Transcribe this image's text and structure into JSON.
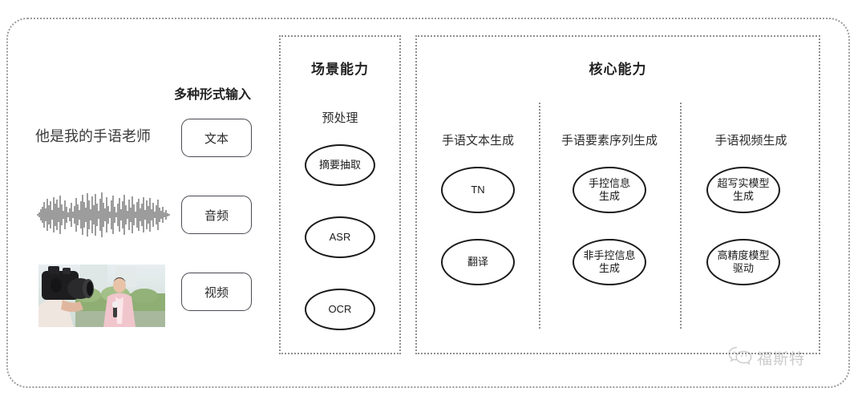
{
  "diagram": {
    "input_section": {
      "heading": "多种形式输入",
      "sample_text": "他是我的手语老师",
      "modality_buttons": [
        {
          "label": "文本",
          "icon": "text-icon"
        },
        {
          "label": "音频",
          "icon": "audio-waveform-icon"
        },
        {
          "label": "视频",
          "icon": "video-thumbnail-icon"
        }
      ]
    },
    "scene_panel": {
      "title": "场景能力",
      "group_label": "预处理",
      "nodes": [
        {
          "label": "摘要抽取"
        },
        {
          "label": "ASR"
        },
        {
          "label": "OCR"
        }
      ]
    },
    "core_panel": {
      "title": "核心能力",
      "columns": [
        {
          "label": "手语文本生成",
          "nodes": [
            {
              "label": "TN"
            },
            {
              "label": "翻译"
            }
          ]
        },
        {
          "label": "手语要素序列生成",
          "nodes": [
            {
              "label": "手控信息\n生成"
            },
            {
              "label": "非手控信息\n生成"
            }
          ]
        },
        {
          "label": "手语视频生成",
          "nodes": [
            {
              "label": "超写实模型\n生成"
            },
            {
              "label": "高精度模型\n驱动"
            }
          ]
        }
      ]
    },
    "watermark": {
      "icon": "wechat-icon",
      "text": "福斯特"
    },
    "colors": {
      "border_dotted": "#8f8f8f",
      "ellipse_stroke": "#1a1a1a",
      "text": "#2b2b2b",
      "background": "#ffffff"
    }
  }
}
